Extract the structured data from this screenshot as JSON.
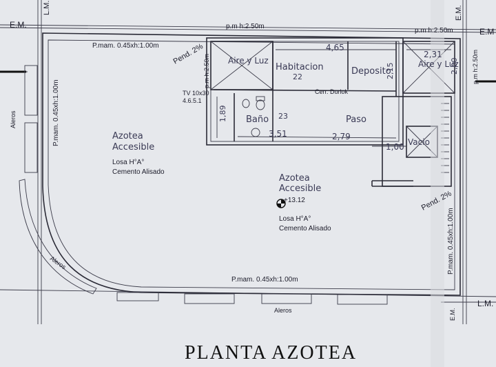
{
  "plan": {
    "title": "PLANTA AZOTEA",
    "border_labels": {
      "em_left": "E.M.",
      "em_right": "E.M",
      "lm_top": "L.M.",
      "em_top_right": "E.M.",
      "lm_bottom": "L.M.",
      "em_bottom": "E.M."
    },
    "walls": {
      "top_left": "p.m h:2.50m",
      "top_right": "p.m h:2.50m",
      "right_vertical": "p.m h:2.50m",
      "inner_vertical": "p.m h:2.50m",
      "parapet_top": "P.mam. 0.45xh:1.00m",
      "parapet_left": "P.mam. 0.45xh:1.00m",
      "parapet_bottom": "P.mam. 0.45xh:1.00m",
      "parapet_right": "P.mam. 0.45xh:1.00m"
    },
    "slopes": {
      "left": "Pend. 2%",
      "right": "Pend. 2%"
    },
    "rooms": {
      "aire_luz": "Aire y Luz",
      "habitacion": "Habitacion",
      "habitacion_num": "22",
      "deposito": "Deposito",
      "bano": "Baño",
      "bano_num": "23",
      "paso": "Paso",
      "vacio": "Vacio",
      "cerr": "Cerr. Durlok",
      "tv": "TV 10x30",
      "tv_code": "4.6.5.1"
    },
    "dims": {
      "d465": "4,65",
      "d231": "2,31",
      "d215": "2,15",
      "d200": "2,00",
      "d189": "1,89",
      "d351": "3,51",
      "d279": "2,79",
      "d100": "1,00"
    },
    "terraces": {
      "left_title": "Azotea",
      "left_subtitle": "Accesible",
      "left_note1": "Losa H°A°",
      "left_note2": "Cemento Alisado",
      "center_title": "Azotea",
      "center_subtitle": "Accesible",
      "center_level": "+13.12",
      "center_note1": "Losa H°A°",
      "center_note2": "Cemento Alisado"
    },
    "eaves": {
      "left": "Aleros",
      "curve": "Aleros",
      "bottom": "Aleros"
    }
  }
}
